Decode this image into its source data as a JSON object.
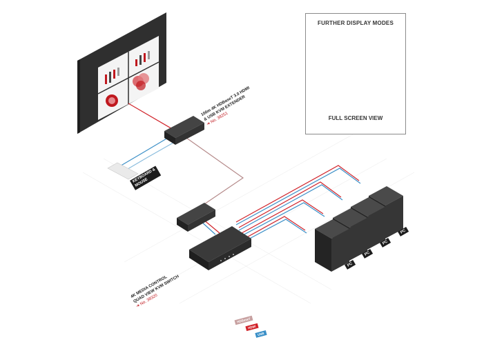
{
  "panel": {
    "title": "FURTHER DISPLAY MODES",
    "caption": "FULL SCREEN VIEW"
  },
  "extender": {
    "label_line1": "100m 4K HDBaseT 3.0 HDMI",
    "label_line2": "& USB KVM EXTENDER",
    "ref": "No. 38251"
  },
  "switch": {
    "label_line1": "4K MEDIA CONTROL",
    "label_line2": "QUAD VIEW KVM SWITCH",
    "ref": "No. 38320"
  },
  "keyboard_tag": {
    "line1": "KEYBOARD &",
    "line2": "MOUSE"
  },
  "pc_labels": [
    "PC",
    "PC",
    "PC",
    "PC"
  ],
  "legend": {
    "items": [
      "HDBaseT",
      "HDMI",
      "USB"
    ]
  },
  "colors": {
    "hdmi": "#d1232a",
    "usb": "#3a8fc7",
    "hdbaset": "#b58a8a",
    "device": "#2b2b2b",
    "monitor": "#2e2e2e"
  }
}
